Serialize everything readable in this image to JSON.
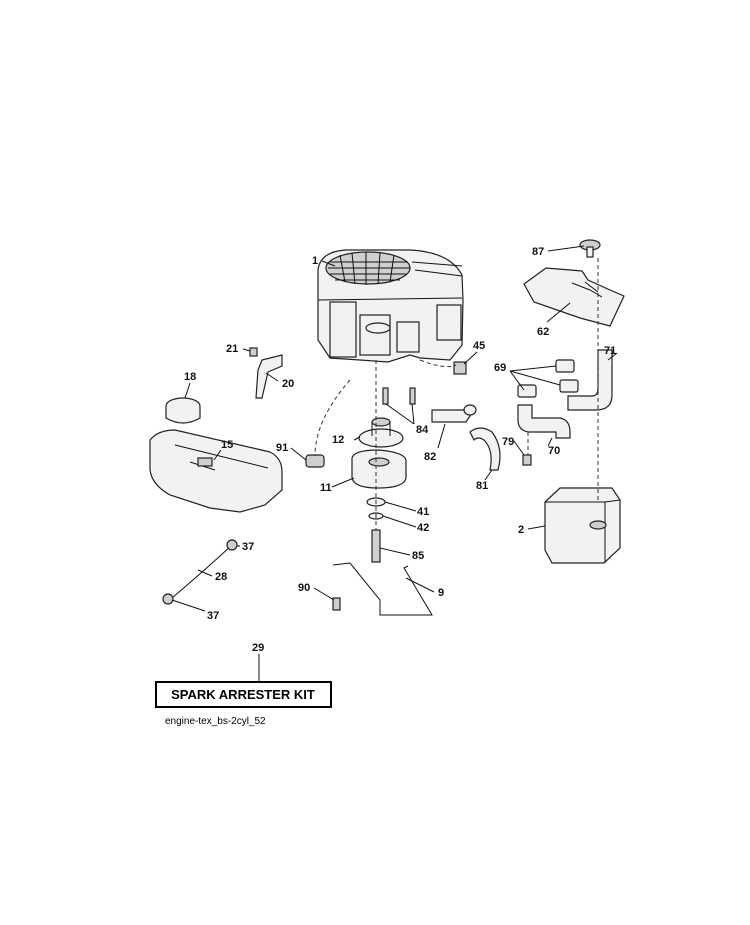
{
  "callouts": {
    "c1": "1",
    "c87": "87",
    "c62": "62",
    "c71": "71",
    "c45": "45",
    "c21": "21",
    "c20": "20",
    "c69": "69",
    "c18": "18",
    "c84": "84",
    "c12": "12",
    "c91": "91",
    "c15": "15",
    "c79": "79",
    "c70": "70",
    "c82": "82",
    "c11": "11",
    "c81": "81",
    "c41": "41",
    "c2": "2",
    "c42": "42",
    "c85": "85",
    "c37a": "37",
    "c28": "28",
    "c90": "90",
    "c9": "9",
    "c37b": "37",
    "c29": "29"
  },
  "kit_label": "SPARK ARRESTER KIT",
  "reference": "engine-tex_bs-2cyl_52"
}
